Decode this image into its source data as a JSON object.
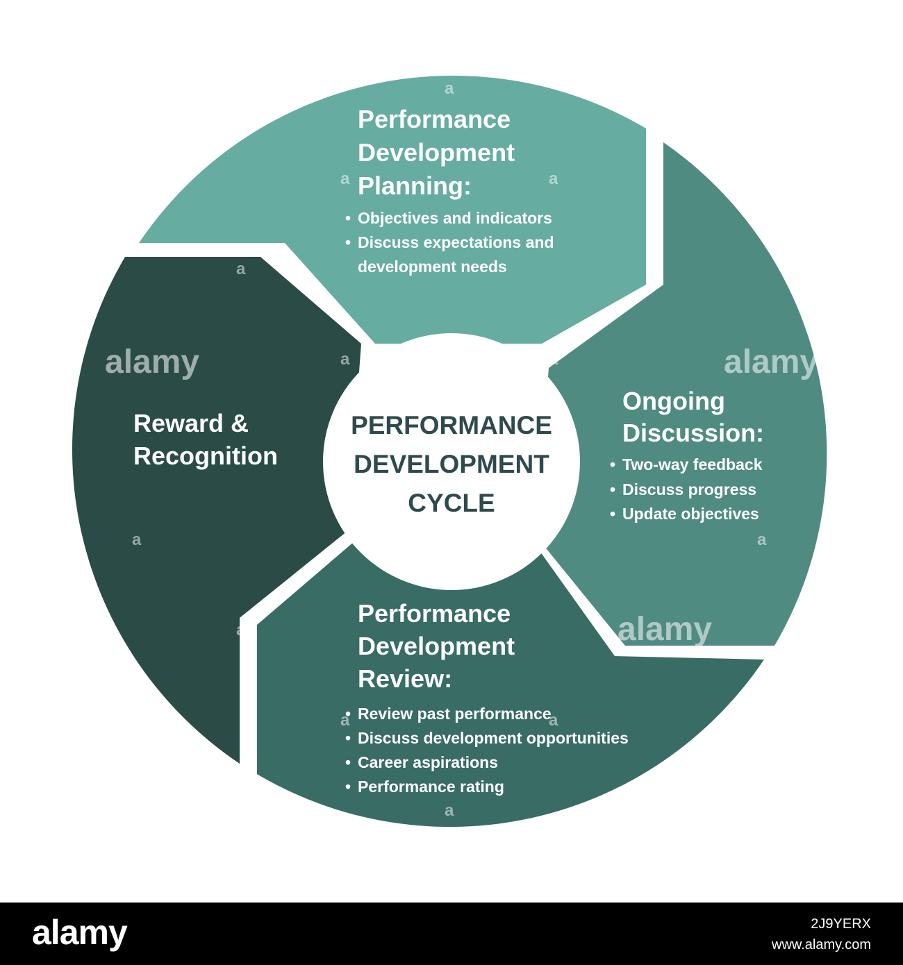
{
  "colors": {
    "planning": "#66aca1",
    "ongoing": "#4f8b80",
    "review": "#386c64",
    "reward": "#2a4b46",
    "center_text": "#2e4a4d",
    "background": "#ffffff"
  },
  "center": {
    "lines": [
      "PERFORMANCE",
      "DEVELOPMENT",
      "CYCLE"
    ]
  },
  "segments": {
    "planning": {
      "title": [
        "Performance",
        "Development",
        "Planning:"
      ],
      "bullets": [
        "Objectives and indicators",
        "Discuss expectations and"
      ],
      "continuation": "development needs"
    },
    "ongoing": {
      "title": [
        "Ongoing",
        "Discussion:"
      ],
      "bullets": [
        "Two-way feedback",
        "Discuss progress",
        "Update objectives"
      ]
    },
    "review": {
      "title": [
        "Performance",
        "Development",
        "Review:"
      ],
      "bullets": [
        "Review past performance",
        "Discuss development opportunities",
        "Career aspirations",
        "Performance rating"
      ]
    },
    "reward": {
      "title": [
        "Reward &",
        "Recognition"
      ]
    }
  },
  "bullet_char": "•",
  "watermark": {
    "word": "alamy",
    "mark": "a"
  },
  "footer": {
    "logo": "alamy",
    "image_id": "2J9YERX",
    "site": "www.alamy.com"
  }
}
